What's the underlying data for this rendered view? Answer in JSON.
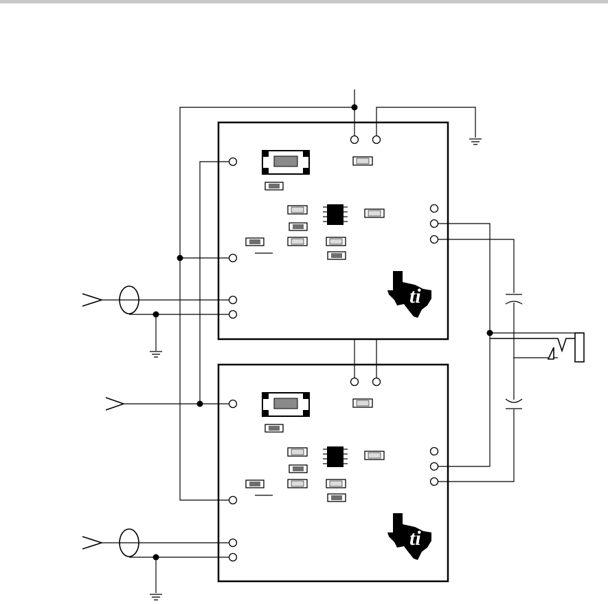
{
  "page": {
    "top_rule_color": "#c8c8c8"
  },
  "colors": {
    "wire": "#000000",
    "board_outline": "#000000",
    "chip_body": "#000000",
    "resistor_body": "#d9d9d9",
    "resistor_inner": "#6e6e6e",
    "background": "#ffffff"
  },
  "boards": [
    {
      "id": "upper",
      "logo": "texas-instruments-logo"
    },
    {
      "id": "lower",
      "logo": "texas-instruments-logo"
    }
  ]
}
